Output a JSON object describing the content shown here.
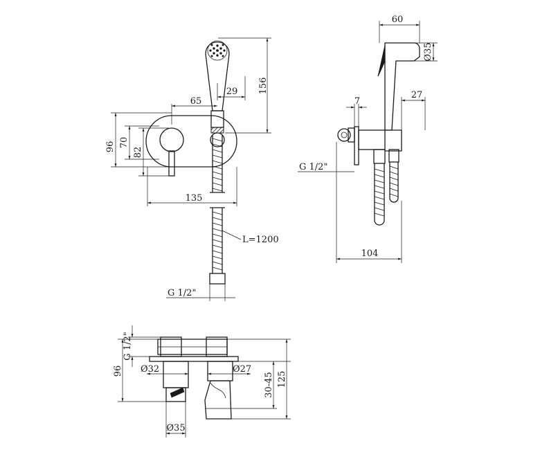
{
  "diagram": {
    "front_view": {
      "hand_shower_height": "156",
      "hand_shower_offset": "29",
      "handle_to_outlet": "65",
      "plate_height_outer": "96",
      "plate_height_inner": "70",
      "lever_height": "82",
      "plate_width": "135"
    },
    "hose": {
      "length": "L=1200",
      "thread": "G 1/2\""
    },
    "side_view": {
      "shower_length": "60",
      "shower_diameter": "Ø35",
      "plate_gap": "7",
      "body_depth": "27",
      "thread": "G 1/2\"",
      "total_depth": "104"
    },
    "bottom_view": {
      "thread": "G 1/2\"",
      "total_height": "96",
      "mixer_diameter": "Ø32",
      "outlet_diameter": "Ø27",
      "wall_range": "30-45",
      "depth": "125",
      "base_diameter": "Ø35"
    }
  }
}
